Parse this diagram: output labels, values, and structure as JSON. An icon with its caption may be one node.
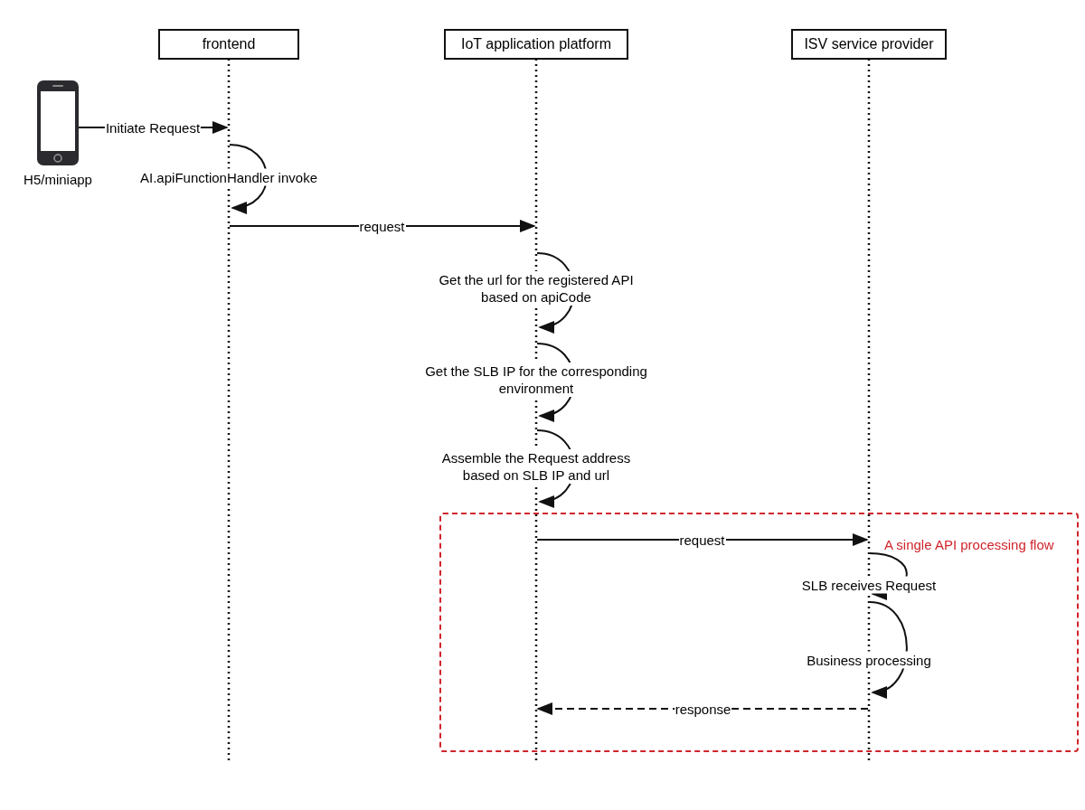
{
  "diagram": {
    "nodes": [
      {
        "text": [
          "frontend"
        ]
      },
      {
        "text": [
          "IoT application platform"
        ]
      },
      {
        "text": [
          "ISV service provider"
        ]
      },
      {
        "text": [
          "H5/miniapp"
        ]
      }
    ],
    "labels": [
      "A single API processing flow"
    ],
    "edges": [
      {
        "from": 3,
        "to": 0,
        "arrow": "to",
        "label": "Initiate Request"
      },
      {
        "from": 0,
        "to": 0,
        "arrow": "to",
        "label": "AI.apiFunctionHandler invoke"
      },
      {
        "from": 0,
        "to": 1,
        "arrow": "to",
        "label": "request"
      },
      {
        "from": 1,
        "to": 1,
        "arrow": "to",
        "label": "Get the url for the registered API based on apiCode"
      },
      {
        "from": 1,
        "to": 1,
        "arrow": "to",
        "label": "Get the SLB IP for the corresponding environment"
      },
      {
        "from": 1,
        "to": 1,
        "arrow": "to",
        "label": "Assemble the Request address based on SLB IP and url"
      },
      {
        "from": 1,
        "to": 2,
        "arrow": "to",
        "label": "request"
      },
      {
        "from": 2,
        "to": 2,
        "arrow": "to",
        "label": "SLB receives Request"
      },
      {
        "from": 2,
        "to": 2,
        "arrow": "to",
        "label": "Business processing"
      },
      {
        "from": 2,
        "to": 1,
        "arrow": "to",
        "label": "response",
        "style": "dashed"
      }
    ]
  }
}
